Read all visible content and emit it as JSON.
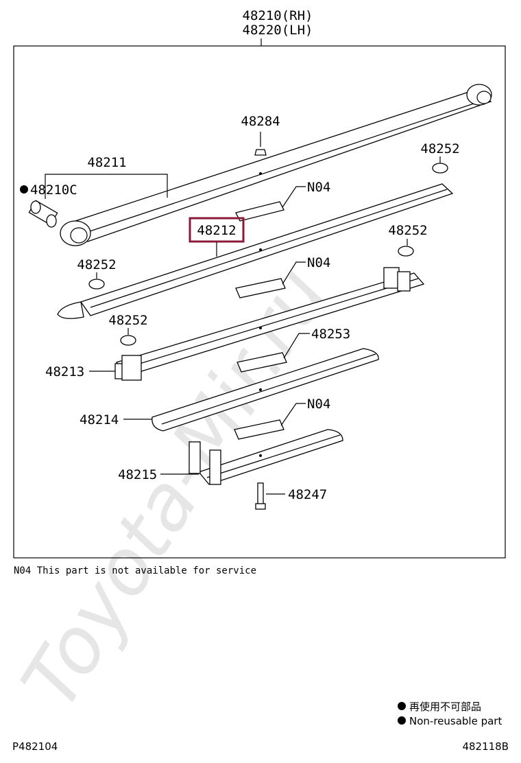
{
  "watermark": "Toyota-Mir.ru",
  "assembly": {
    "rh": "48210(RH)",
    "lh": "48220(LH)"
  },
  "parts": {
    "p48211": "48211",
    "p48210C": "48210C",
    "p48284": "48284",
    "p48252_a": "48252",
    "p48252_b": "48252",
    "p48252_c": "48252",
    "p48252_d": "48252",
    "p48212": "48212",
    "p48213": "48213",
    "p48253": "48253",
    "p48214": "48214",
    "p48215": "48215",
    "p48247": "48247",
    "n04_a": "N04",
    "n04_b": "N04",
    "n04_c": "N04"
  },
  "highlight_color": "#8b1a3a",
  "footnote": "N04 This part is not available for service",
  "legend": {
    "jp": "再使用不可部品",
    "en": "Non-reusable part"
  },
  "footer": {
    "left": "P482104",
    "right": "482118B"
  }
}
